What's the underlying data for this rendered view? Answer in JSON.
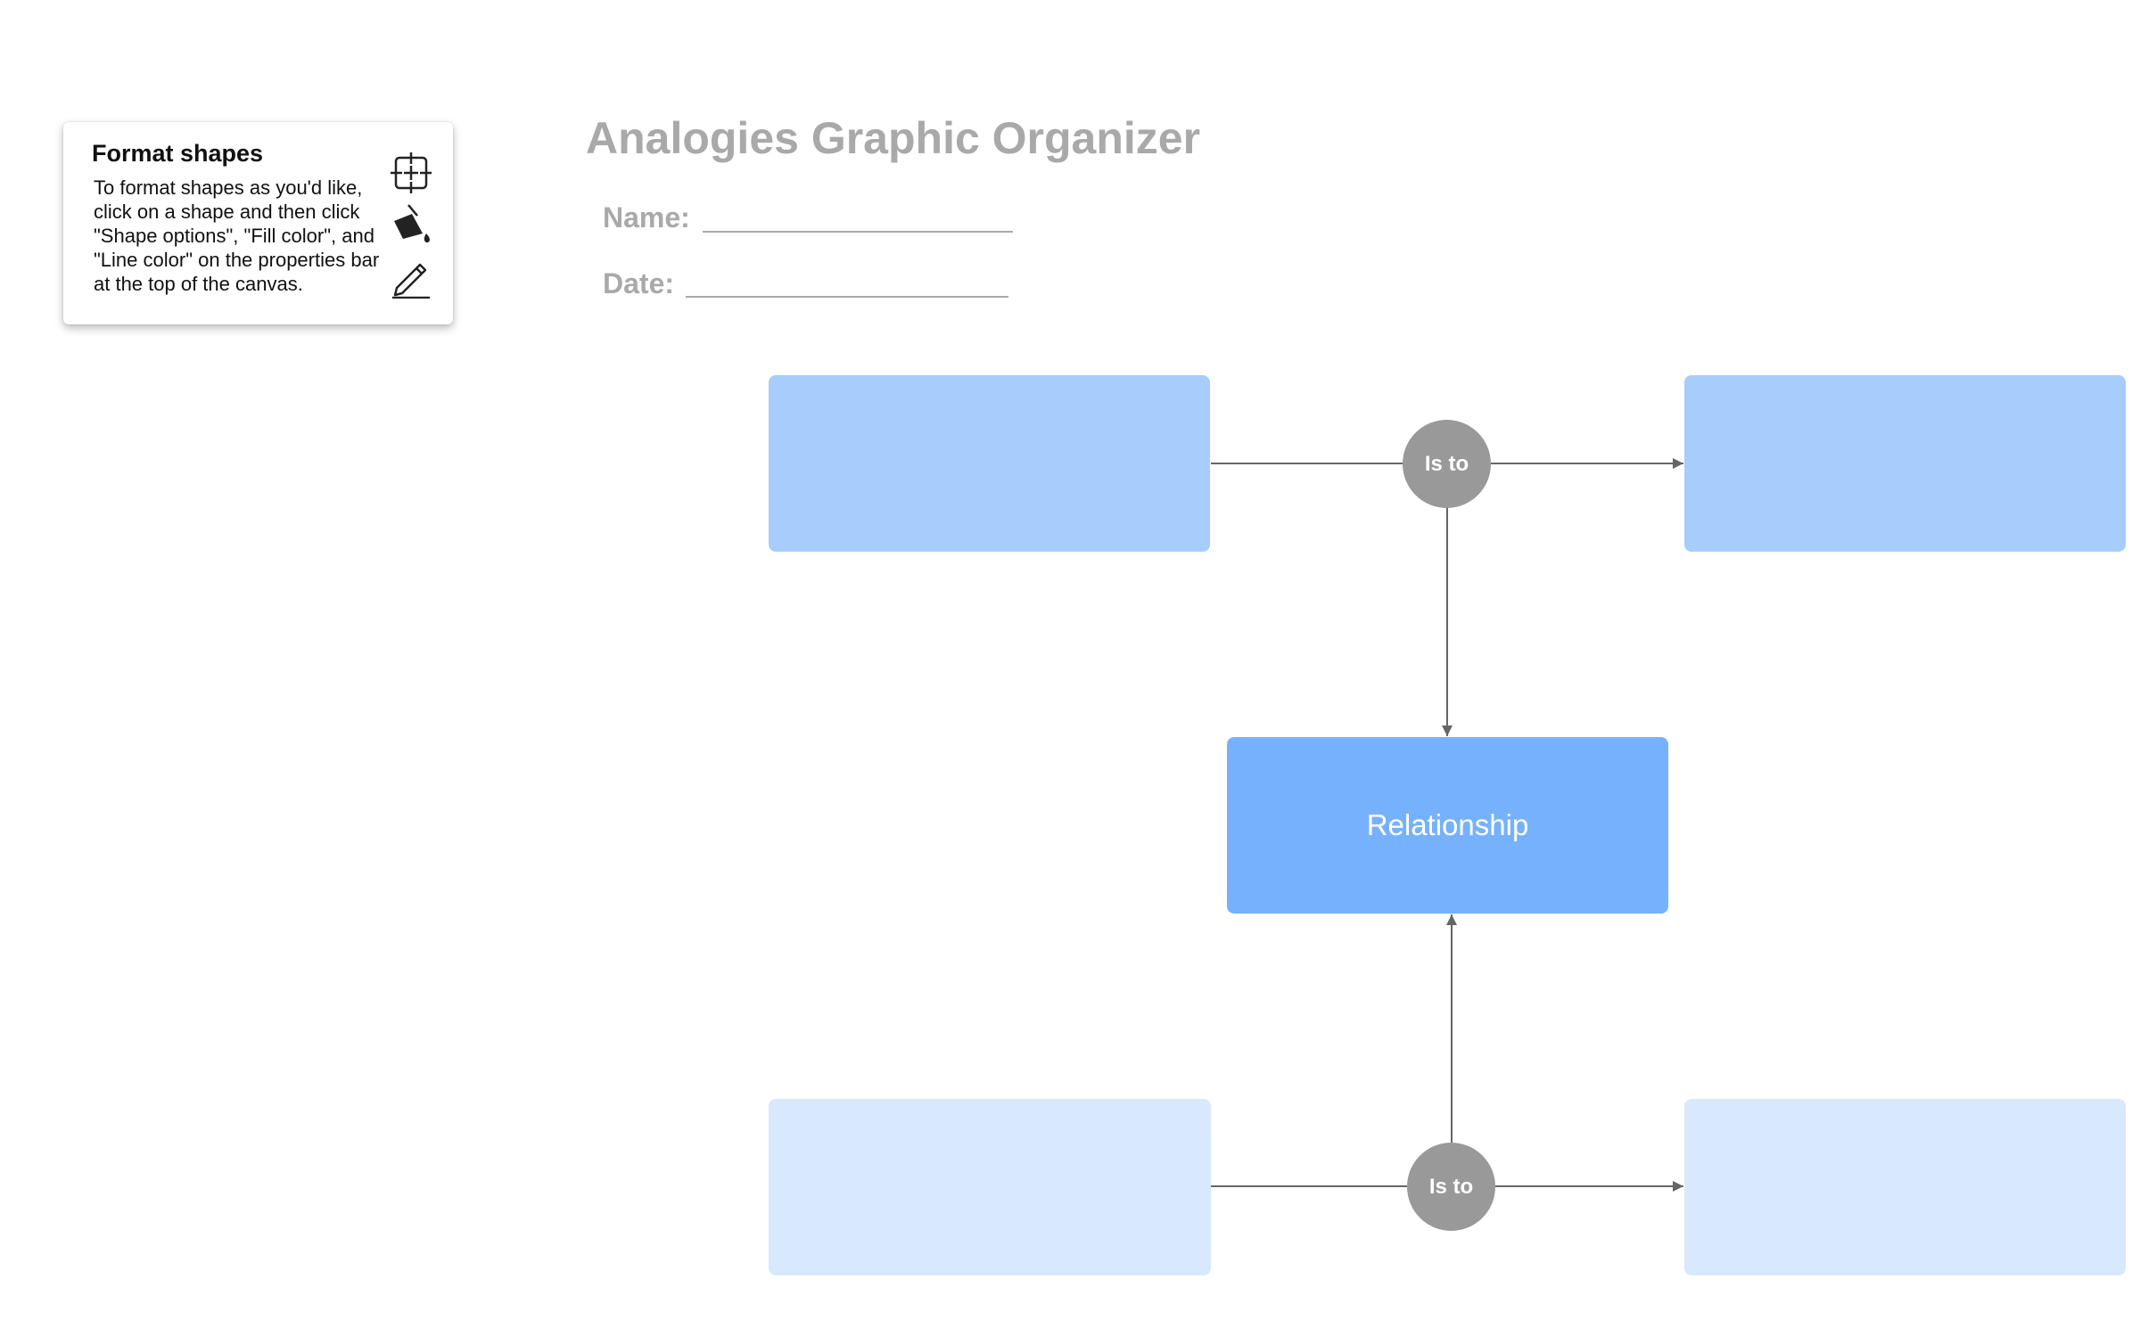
{
  "tip": {
    "title": "Format shapes",
    "body": "To format shapes as you'd like, click on a shape and then click \"Shape options\", \"Fill color\", and \"Line color\" on the properties bar at the top of the canvas.",
    "icons": [
      "shape-options-icon",
      "fill-color-icon",
      "line-color-icon"
    ]
  },
  "header": {
    "title": "Analogies Graphic Organizer",
    "name_label": "Name:",
    "date_label": "Date:"
  },
  "diagram": {
    "top_connector_label": "Is to",
    "bottom_connector_label": "Is to",
    "relationship_label": "Relationship"
  },
  "colors": {
    "top_boxes": "#a6cdfc",
    "bottom_boxes": "#d8e8fd",
    "relationship_box": "#76b1fd",
    "connector_circle": "#999999",
    "title_text": "#a9a9a9"
  }
}
